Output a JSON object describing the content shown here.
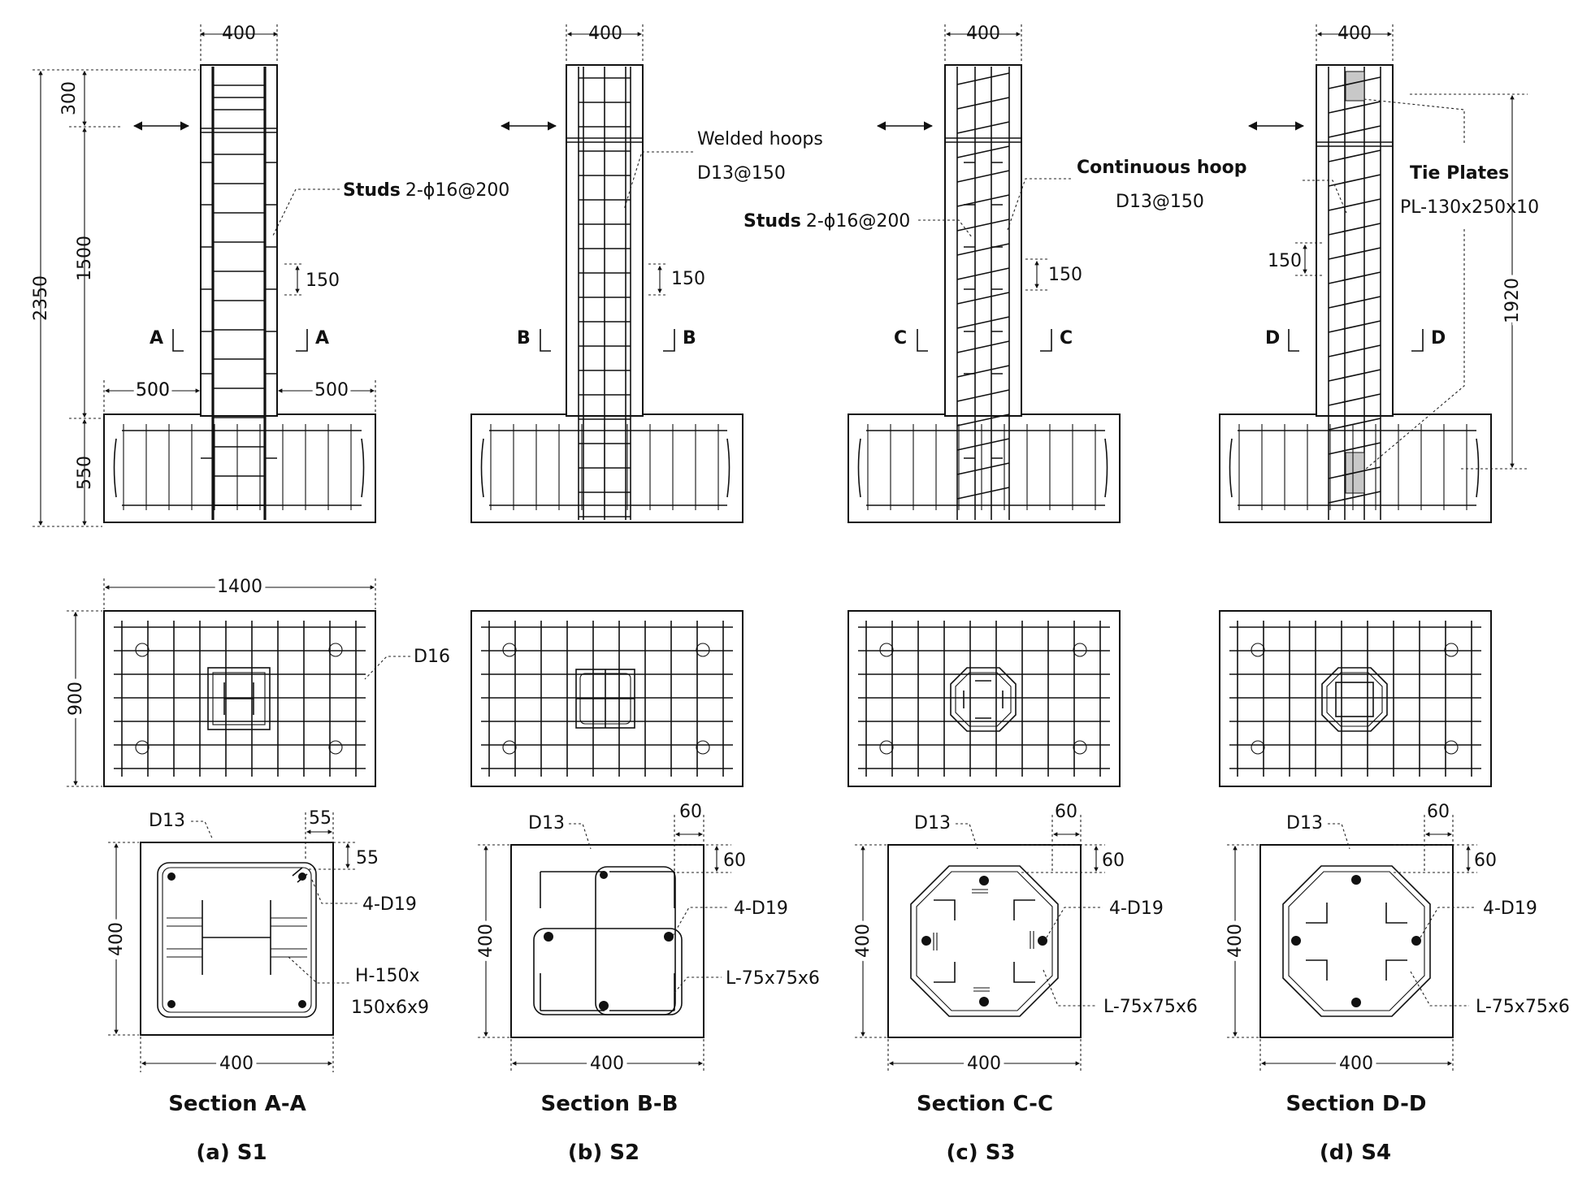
{
  "panels": [
    {
      "id": "S1",
      "caption": "(a) S1",
      "section_title": "Section A-A",
      "cut_letter": "A",
      "column_width": "400",
      "feature_label": "Studs",
      "feature_spec": "2-ϕ16@200",
      "hoop_spacing": "150",
      "section": {
        "top_label": "D13",
        "cover_h": "55",
        "cover_v": "55",
        "bars": "4-D19",
        "steel_label_1": "H-150x",
        "steel_label_2": "150x6x9",
        "height": "400",
        "width": "400"
      }
    },
    {
      "id": "S2",
      "caption": "(b) S2",
      "section_title": "Section B-B",
      "cut_letter": "B",
      "column_width": "400",
      "feature_label": "Welded hoops",
      "feature_spec": "D13@150",
      "hoop_spacing": "150",
      "section": {
        "top_label": "D13",
        "cover_h": "60",
        "cover_v": "60",
        "bars": "4-D19",
        "steel_label_1": "L-75x75x6",
        "height": "400",
        "width": "400"
      }
    },
    {
      "id": "S3",
      "caption": "(c) S3",
      "section_title": "Section C-C",
      "cut_letter": "C",
      "column_width": "400",
      "feature_label": "Continuous hoop",
      "feature_spec": "D13@150",
      "stud_label": "Studs",
      "stud_spec": "2-ϕ16@200",
      "hoop_spacing": "150",
      "section": {
        "top_label": "D13",
        "cover_h": "60",
        "cover_v": "60",
        "bars": "4-D19",
        "steel_label_1": "L-75x75x6",
        "height": "400",
        "width": "400"
      }
    },
    {
      "id": "S4",
      "caption": "(d) S4",
      "section_title": "Section D-D",
      "cut_letter": "D",
      "column_width": "400",
      "feature_label": "Tie Plates",
      "feature_spec": "PL-130x250x10",
      "hoop_spacing": "150",
      "plate_span": "1920",
      "section": {
        "top_label": "D13",
        "cover_h": "60",
        "cover_v": "60",
        "bars": "4-D19",
        "steel_label_1": "L-75x75x6",
        "height": "400",
        "width": "400"
      }
    }
  ],
  "overall_dims": {
    "total_height": "2350",
    "top_segment": "300",
    "mid_segment": "1500",
    "foot_segment": "550",
    "left_overhang": "500",
    "right_overhang": "500"
  },
  "plan": {
    "width": "1400",
    "depth": "900",
    "bar_label": "D16"
  }
}
